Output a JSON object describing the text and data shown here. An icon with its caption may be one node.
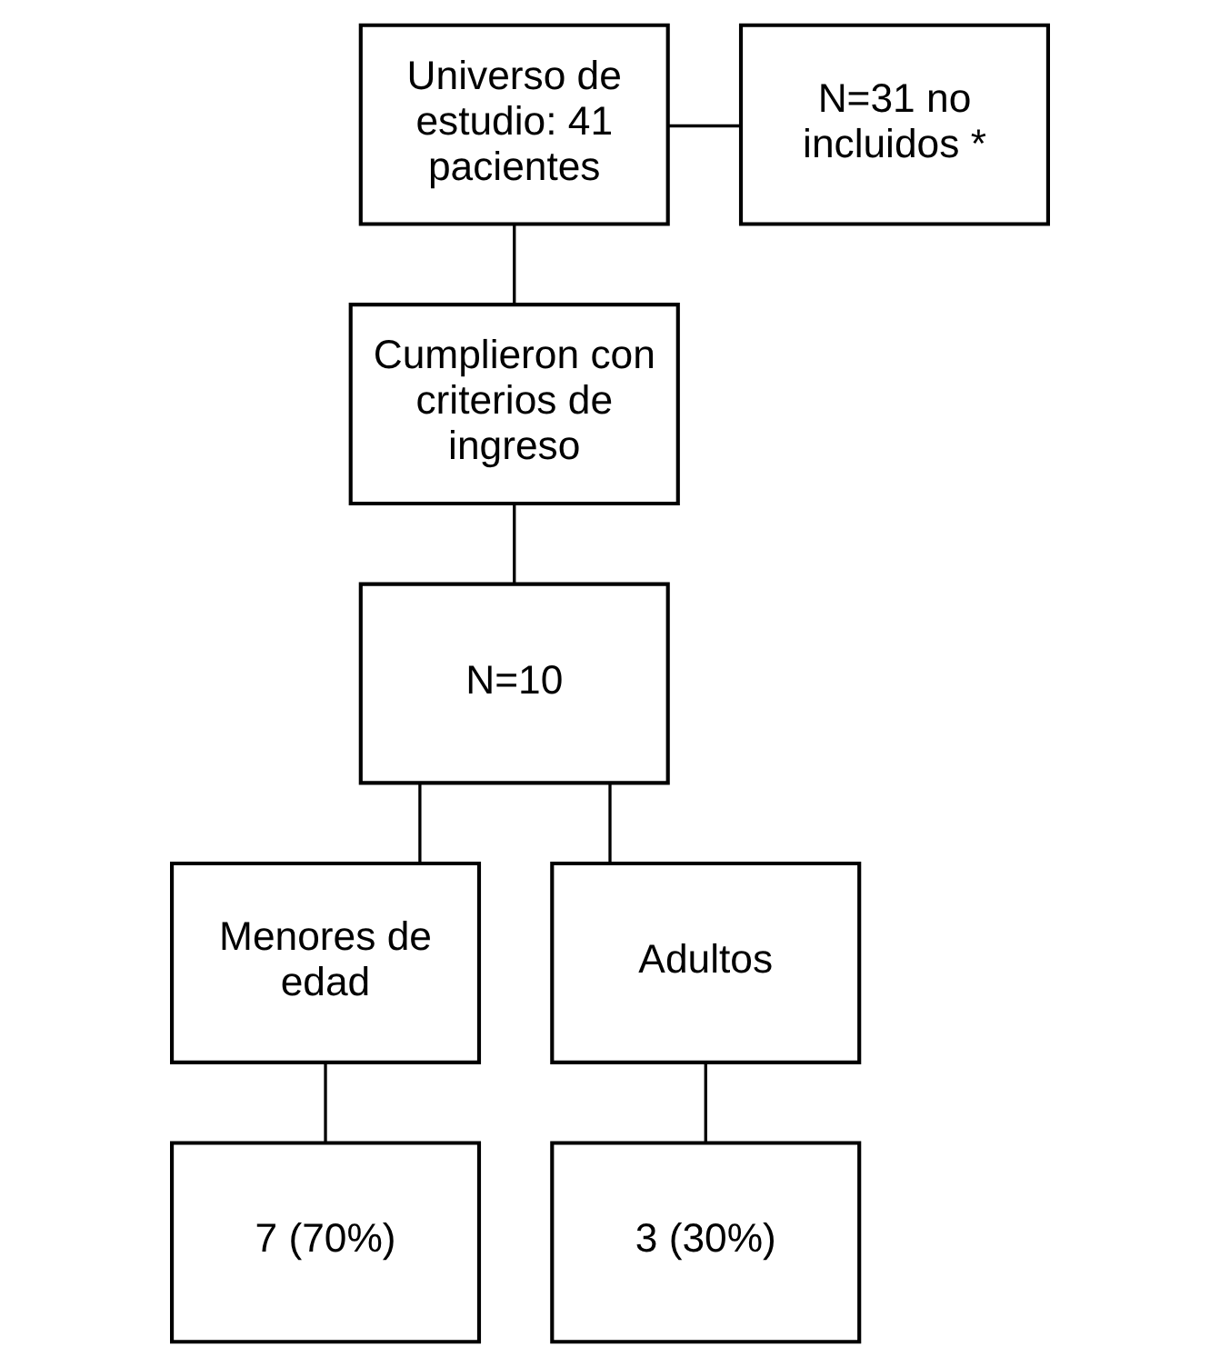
{
  "diagram": {
    "nodes": [
      {
        "text": [
          "Universo de estudio: 41 pacientes"
        ]
      },
      {
        "text": [
          "N=31 no incluidos *"
        ]
      },
      {
        "text": [
          "Cumplieron con criterios de ingreso"
        ]
      },
      {
        "text": [
          "N=10"
        ]
      },
      {
        "text": [
          "Menores de edad"
        ]
      },
      {
        "text": [
          "Adultos"
        ]
      },
      {
        "text": [
          "7 (70%)"
        ]
      },
      {
        "text": [
          "3 (30%)"
        ]
      }
    ],
    "edges": [
      {
        "from": 0,
        "to": 1,
        "arrow": "none"
      },
      {
        "from": 0,
        "to": 2,
        "arrow": "none"
      },
      {
        "from": 2,
        "to": 3,
        "arrow": "none"
      },
      {
        "from": 3,
        "to": 4,
        "arrow": "none"
      },
      {
        "from": 3,
        "to": 5,
        "arrow": "none"
      },
      {
        "from": 4,
        "to": 6,
        "arrow": "none"
      },
      {
        "from": 5,
        "to": 7,
        "arrow": "none"
      }
    ]
  }
}
